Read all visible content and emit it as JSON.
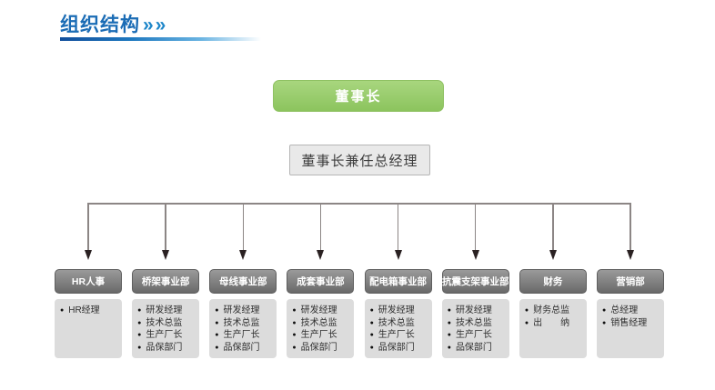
{
  "page": {
    "title": "组织结构",
    "title_chevrons": "»»"
  },
  "org": {
    "chairman_label": "董事长",
    "chairman_note_label": "董事长兼任总经理",
    "columns": [
      {
        "dept": "HR人事",
        "members": [
          "HR经理"
        ]
      },
      {
        "dept": "桥架事业部",
        "members": [
          "研发经理",
          "技术总监",
          "生产厂长",
          "品保部门"
        ]
      },
      {
        "dept": "母线事业部",
        "members": [
          "研发经理",
          "技术总监",
          "生产厂长",
          "品保部门"
        ]
      },
      {
        "dept": "成套事业部",
        "members": [
          "研发经理",
          "技术总监",
          "生产厂长",
          "品保部门"
        ]
      },
      {
        "dept": "配电箱事业部",
        "members": [
          "研发经理",
          "技术总监",
          "生产厂长",
          "品保部门"
        ]
      },
      {
        "dept": "抗震支架事业部",
        "members": [
          "研发经理",
          "技术总监",
          "生产厂长",
          "品保部门"
        ]
      },
      {
        "dept": "财务",
        "members": [
          "财务总监",
          "出　　纳"
        ]
      },
      {
        "dept": "营销部",
        "members": [
          "总经理",
          "销售经理"
        ]
      }
    ]
  },
  "colors": {
    "title_blue": "#1b6cb5",
    "underline_gradient_start": "#124f9c",
    "chairman_green_top": "#a8d67e",
    "chairman_green_bottom": "#8cc45e",
    "note_box_gray": "#e9e9e9",
    "dept_header_gray_top": "#9a9a9a",
    "dept_header_gray_bottom": "#696969",
    "member_box_gray": "#dcdcdc",
    "connector_gray": "#8c8685",
    "arrowhead_dark": "#2a2122"
  }
}
